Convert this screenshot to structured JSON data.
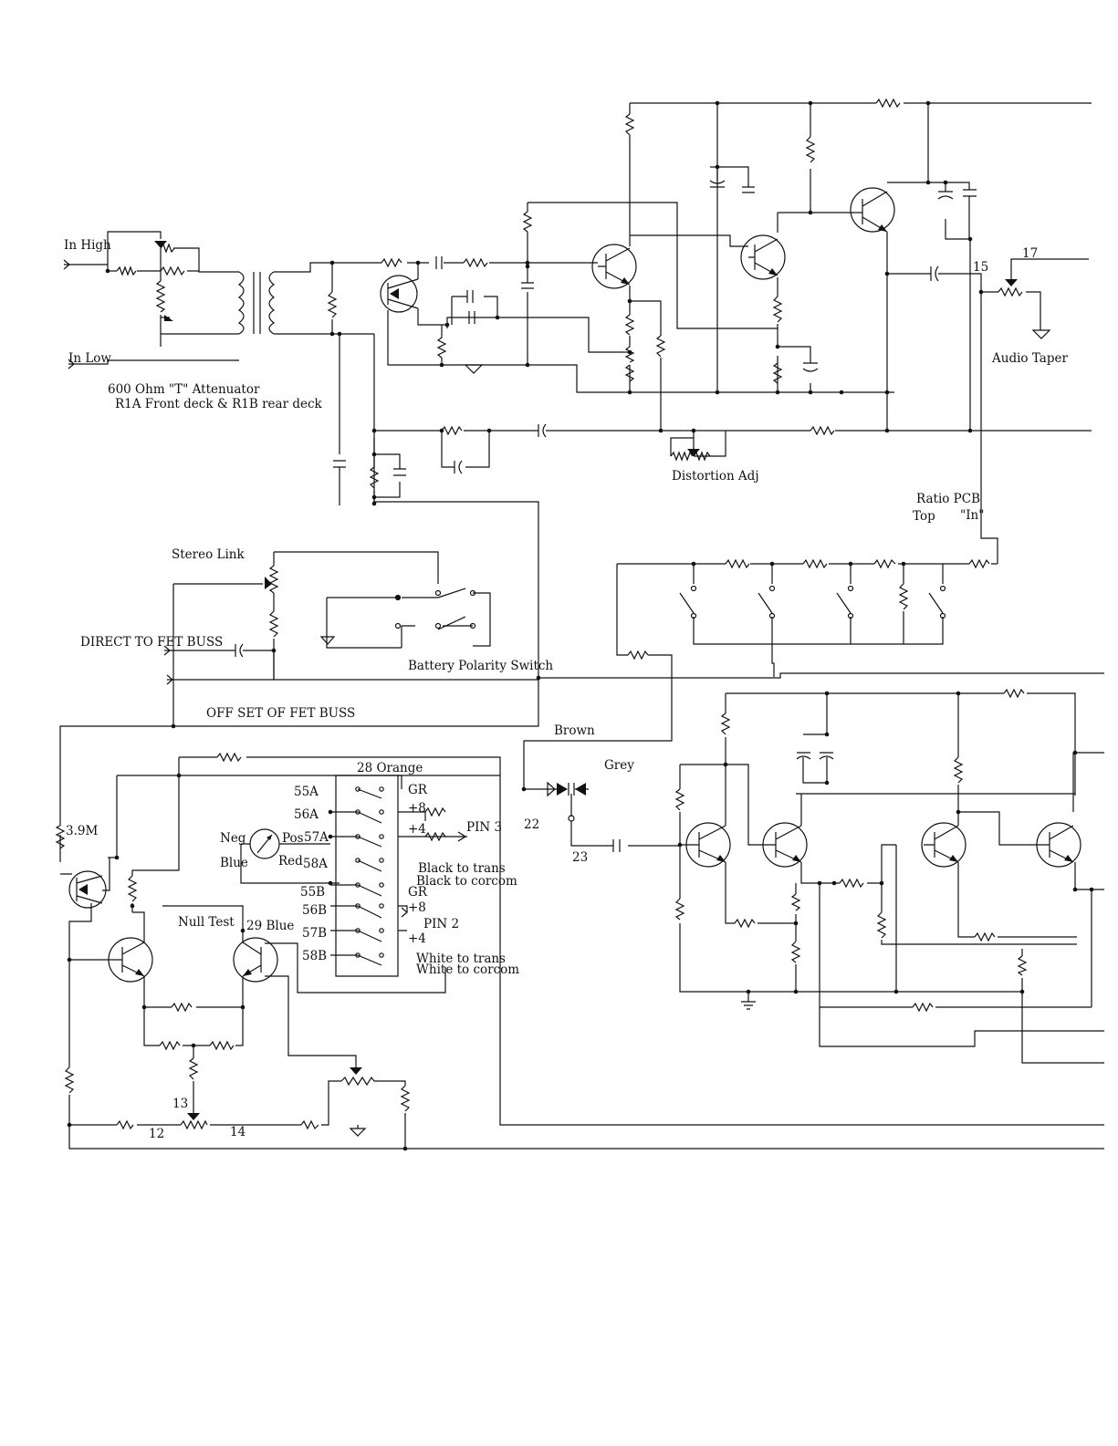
{
  "labels": {
    "in_high": "In High",
    "in_low": "In Low",
    "attenuator_line1": "600 Ohm \"T\" Attenuator",
    "attenuator_line2": "R1A Front deck & R1B rear deck",
    "distortion_adj": "Distortion Adj",
    "audio_taper": "Audio Taper",
    "node_15": "15",
    "node_17": "17",
    "ratio_pcb": "Ratio PCB",
    "top": "Top",
    "in_quoted": "\"In\"",
    "stereo_link": "Stereo Link",
    "direct_to_fet_buss": "DIRECT TO FET BUSS",
    "battery_polarity_switch": "Battery Polarity Switch",
    "offset_of_fet_buss": "OFF SET OF FET BUSS",
    "brown": "Brown",
    "grey": "Grey",
    "node_22": "22",
    "node_23": "23",
    "r_3_9m": "3.9M",
    "orange_28": "28  Orange",
    "sw_55a": "55A",
    "sw_56a": "56A",
    "sw_57a": "57A",
    "sw_58a": "58A",
    "sw_55b": "55B",
    "sw_56b": "56B",
    "sw_57b": "57B",
    "sw_58b": "58B",
    "gr_a": "GR",
    "plus8_a": "+8",
    "plus4_a": "+4",
    "pin3": "PIN 3",
    "gr_b": "GR",
    "plus8_b": "+8",
    "plus4_b": "+4",
    "pin2": "PIN 2",
    "neg": "Neg",
    "pos": "Pos",
    "blue": "Blue",
    "red": "Red",
    "black_to_trans": "Black to trans",
    "black_to_corcom": "Black to corcom",
    "white_to_trans": "White to trans",
    "white_to_corcom": "White to corcom",
    "null_test": "Null Test",
    "blue_29": "29 Blue",
    "node_13": "13",
    "node_12": "12",
    "node_14": "14"
  },
  "icons": {
    "ground": "ground-icon",
    "transistor": "npn-transistor-icon",
    "fet": "fet-icon",
    "meter": "meter-icon",
    "resistor": "resistor-icon",
    "capacitor": "capacitor-icon",
    "potentiometer": "potentiometer-icon",
    "transformer": "transformer-icon",
    "diode": "diode-icon",
    "switch": "switch-icon"
  }
}
